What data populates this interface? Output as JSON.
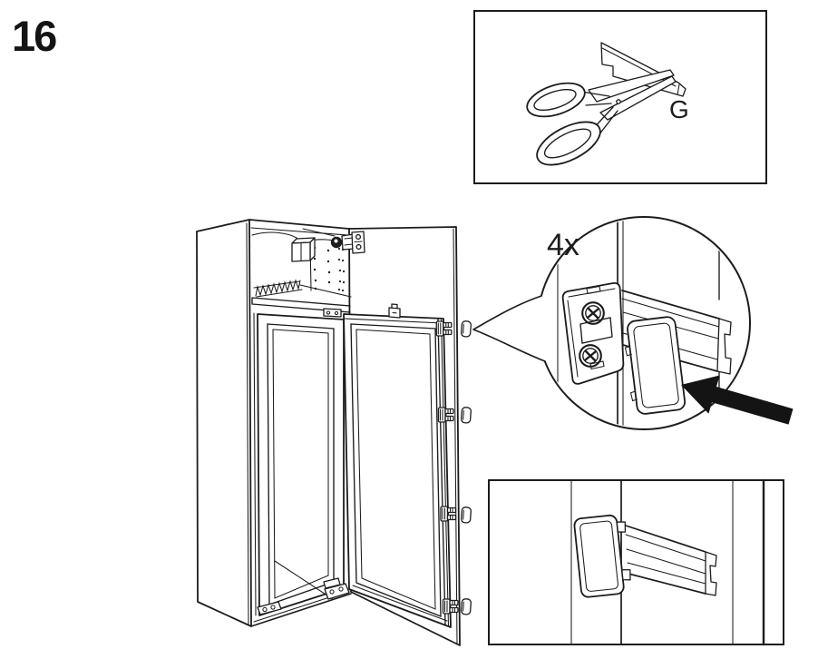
{
  "step_number": "16",
  "callout": {
    "quantity_label": "4x"
  },
  "inset_top": {
    "part_label": "G"
  },
  "colors": {
    "line": "#1c1c1c",
    "arrow": "#141414",
    "fill_white": "#ffffff"
  },
  "illustrations": {
    "main": "tall-cabinet-open-door-with-edge-brackets",
    "inset_top": "scissors-cutting-part-g-strip",
    "callout": "cover-clip-sliding-onto-bracket-rail",
    "inset_bottom": "cover-clip-installed-on-rail"
  }
}
